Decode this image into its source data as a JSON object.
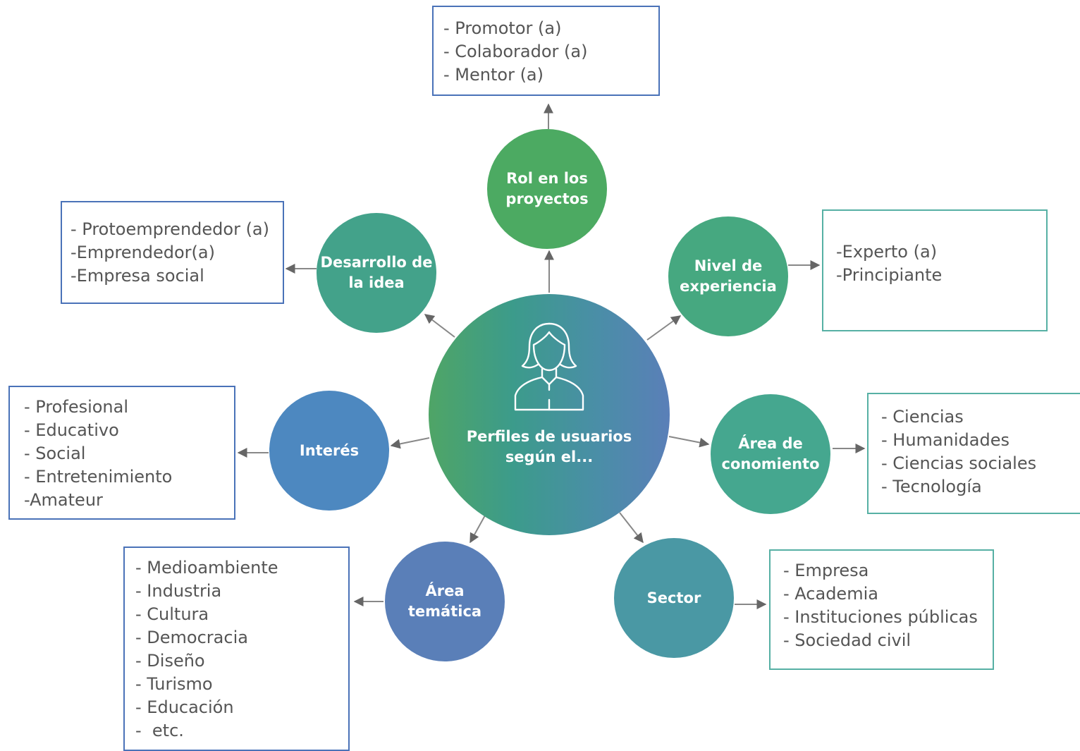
{
  "center": {
    "label": "Perfiles de usuarios\nsegún el...",
    "icon": "woman-user-icon"
  },
  "nodes": {
    "rol": {
      "label": "Rol en los\nproyectos",
      "color": "#4caa62",
      "items": [
        "- Promotor (a)",
        "- Colaborador (a)",
        "- Mentor (a)"
      ]
    },
    "desarrollo": {
      "label": "Desarrollo de\nla idea",
      "color": "#43a28a",
      "items": [
        "- Protoemprendedor (a)",
        "-Emprendedor(a)",
        "-Empresa social"
      ]
    },
    "nivel": {
      "label": "Nivel de\nexperiencia",
      "color": "#46a880",
      "items": [
        "-Experto (a)",
        "-Principiante"
      ]
    },
    "interes": {
      "label": "Interés",
      "color": "#4d88c0",
      "items": [
        "- Profesional",
        "- Educativo",
        "- Social",
        "- Entretenimiento",
        "-Amateur"
      ]
    },
    "area_conocimiento": {
      "label": "Área de\nconomiento",
      "color": "#45a78f",
      "items": [
        "- Ciencias",
        "- Humanidades",
        "- Ciencias sociales",
        "- Tecnología"
      ]
    },
    "area_tematica": {
      "label": "Área\ntemática",
      "color": "#5a7fb8",
      "items": [
        "- Medioambiente",
        "- Industria",
        "- Cultura",
        "- Democracia",
        "- Diseño",
        "- Turismo",
        "- Educación",
        "-  etc."
      ]
    },
    "sector": {
      "label": "Sector",
      "color": "#4a98a4",
      "items": [
        "- Empresa",
        "- Academia",
        "- Instituciones públicas",
        "- Sociedad civil"
      ]
    }
  },
  "colors": {
    "box_border_blue": "#4a72b8",
    "box_border_green": "#56b0a4",
    "arrow": "#666666",
    "text": "#555555"
  }
}
